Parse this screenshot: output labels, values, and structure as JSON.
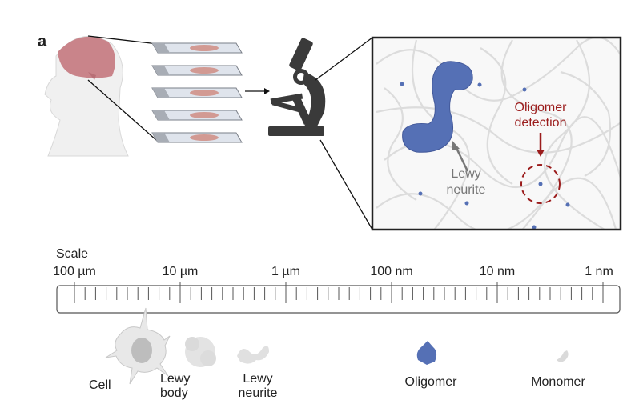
{
  "panel_label": "a",
  "inset": {
    "lewy_neurite_label": [
      "Lewy",
      "neurite"
    ],
    "oligomer_detection_label": [
      "Oligomer",
      "detection"
    ]
  },
  "scale": {
    "title": "Scale",
    "ticks": [
      "100 µm",
      "10 µm",
      "1 µm",
      "100 nm",
      "10 nm",
      "1 nm"
    ]
  },
  "objects": {
    "cell": "Cell",
    "lewy_body": [
      "Lewy",
      "body"
    ],
    "lewy_neurite": [
      "Lewy",
      "neurite"
    ],
    "oligomer": "Oligomer",
    "monomer": "Monomer"
  },
  "colors": {
    "oligomer_blue": "#5570b5",
    "detection_red": "#9b1c1c",
    "brain_pink": "#c9848a",
    "microscope": "#3a3a3a"
  }
}
